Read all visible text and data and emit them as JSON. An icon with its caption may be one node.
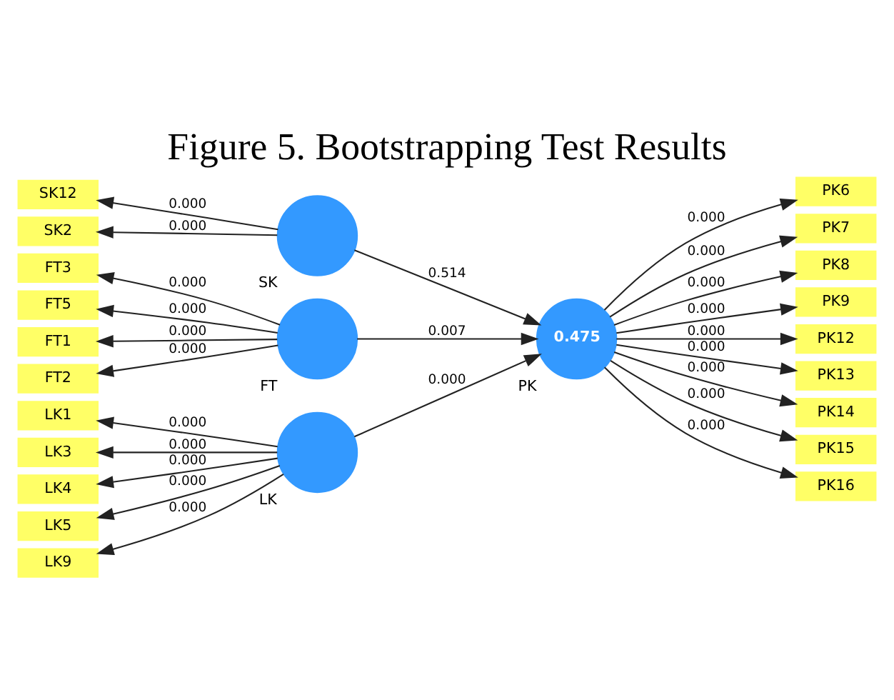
{
  "diagram": {
    "title": "Figure 5. Bootstrapping Test Results",
    "nodes": [
      {
        "text": [
          "SK2"
        ]
      },
      {
        "text": [
          "SK12"
        ]
      },
      {
        "text": [],
        "shape": "circle",
        "beside": [
          "SK"
        ]
      },
      {
        "text": [
          "FT1"
        ]
      },
      {
        "text": [
          "FT2"
        ]
      },
      {
        "text": [
          "FT3"
        ]
      },
      {
        "text": [
          "FT5"
        ]
      },
      {
        "text": [],
        "shape": "circle",
        "beside": [
          "FT"
        ]
      },
      {
        "text": [
          "LK1"
        ]
      },
      {
        "text": [
          "LK3"
        ]
      },
      {
        "text": [
          "LK4"
        ]
      },
      {
        "text": [
          "LK5"
        ]
      },
      {
        "text": [
          "LK9"
        ]
      },
      {
        "text": [],
        "shape": "circle",
        "beside": [
          "LK"
        ]
      },
      {
        "text": [
          "0.475"
        ],
        "beside": [
          "PK"
        ]
      },
      {
        "text": [
          "PK6"
        ]
      },
      {
        "text": [
          "PK7"
        ]
      },
      {
        "text": [
          "PK8"
        ]
      },
      {
        "text": [
          "PK9"
        ]
      },
      {
        "text": [
          "PK12"
        ]
      },
      {
        "text": [
          "PK13"
        ]
      },
      {
        "text": [
          "PK14"
        ]
      },
      {
        "text": [
          "PK15"
        ]
      },
      {
        "text": [
          "PK16"
        ]
      }
    ],
    "edges": [
      {
        "from": 2,
        "to": 0,
        "arrow": "to",
        "label": "0.000"
      },
      {
        "from": 2,
        "to": 1,
        "arrow": "to",
        "label": "0.000"
      },
      {
        "from": 7,
        "to": 3,
        "arrow": "to",
        "label": "0.000"
      },
      {
        "from": 7,
        "to": 4,
        "arrow": "to",
        "label": "0.000"
      },
      {
        "from": 7,
        "to": 5,
        "arrow": "to",
        "label": "0.000"
      },
      {
        "from": 7,
        "to": 6,
        "arrow": "to",
        "label": "0.000"
      },
      {
        "from": 13,
        "to": 8,
        "arrow": "to",
        "label": "0.000"
      },
      {
        "from": 13,
        "to": 9,
        "arrow": "to",
        "label": "0.000"
      },
      {
        "from": 13,
        "to": 10,
        "arrow": "to",
        "label": "0.000"
      },
      {
        "from": 13,
        "to": 11,
        "arrow": "to",
        "label": "0.000"
      },
      {
        "from": 13,
        "to": 12,
        "arrow": "to",
        "label": "0.000"
      },
      {
        "from": 2,
        "to": 14,
        "arrow": "to",
        "label": "0.514"
      },
      {
        "from": 7,
        "to": 14,
        "arrow": "to",
        "label": "0.007"
      },
      {
        "from": 13,
        "to": 14,
        "arrow": "to",
        "label": "0.000"
      },
      {
        "from": 14,
        "to": 15,
        "arrow": "to",
        "label": "0.000"
      },
      {
        "from": 14,
        "to": 16,
        "arrow": "to",
        "label": "0.000"
      },
      {
        "from": 14,
        "to": 17,
        "arrow": "to",
        "label": "0.000"
      },
      {
        "from": 14,
        "to": 18,
        "arrow": "to",
        "label": "0.000"
      },
      {
        "from": 14,
        "to": 19,
        "arrow": "to",
        "label": "0.000"
      },
      {
        "from": 14,
        "to": 20,
        "arrow": "to",
        "label": "0.000"
      },
      {
        "from": 14,
        "to": 21,
        "arrow": "to",
        "label": "0.000"
      },
      {
        "from": 14,
        "to": 22,
        "arrow": "to",
        "label": "0.000"
      },
      {
        "from": 14,
        "to": 23,
        "arrow": "to",
        "label": "0.000"
      }
    ]
  }
}
